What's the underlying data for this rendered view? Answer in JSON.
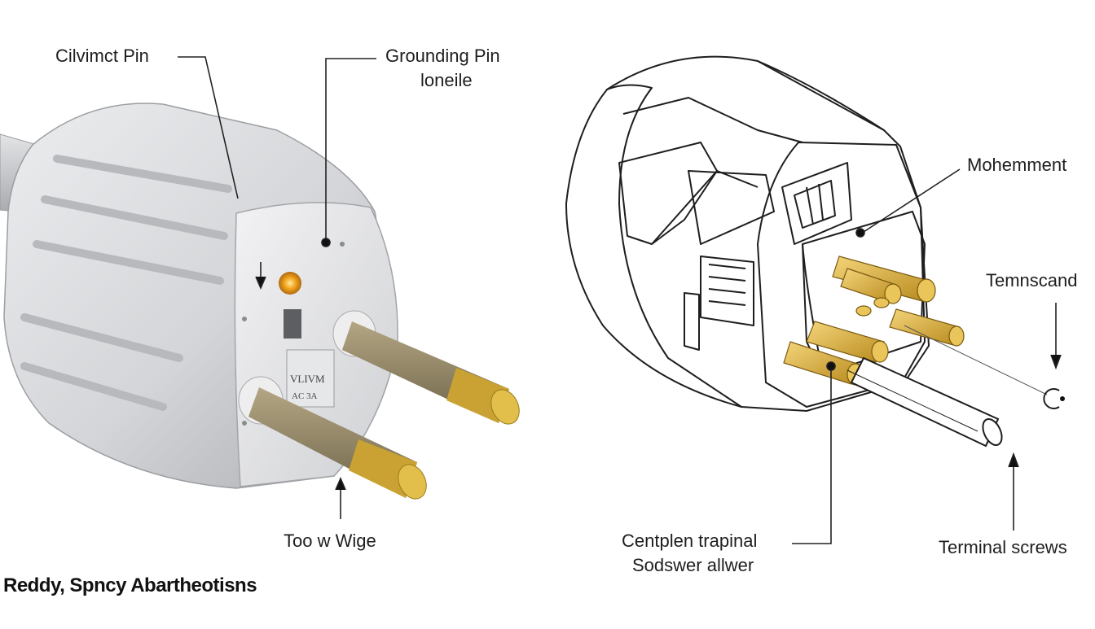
{
  "diagram": {
    "caption": "Reddy, Spncy Abartheotisns",
    "labels": {
      "civimct_pin": "Cilvimct Pin",
      "grounding_pin": "Grounding Pin",
      "grounding_sub": "loneile",
      "too_w_wige": "Too w Wige",
      "mohemment": "Mohemment",
      "temnscand": "Temnscand",
      "centplen_line1": "Centplen trapinal",
      "centplen_line2": "Sodswer allwer",
      "terminal_screws": "Terminal screws"
    },
    "plug_markings": {
      "face_text_1": "VLIVM",
      "face_text_2": "AC 3A"
    },
    "colors": {
      "plug_body": "#d9dadc",
      "plug_shadow": "#a9abaf",
      "pin_metal": "#8f8266",
      "pin_tip": "#c9a233",
      "brass": "#d9b03a",
      "led": "#f2a41c",
      "line": "#222222"
    }
  }
}
